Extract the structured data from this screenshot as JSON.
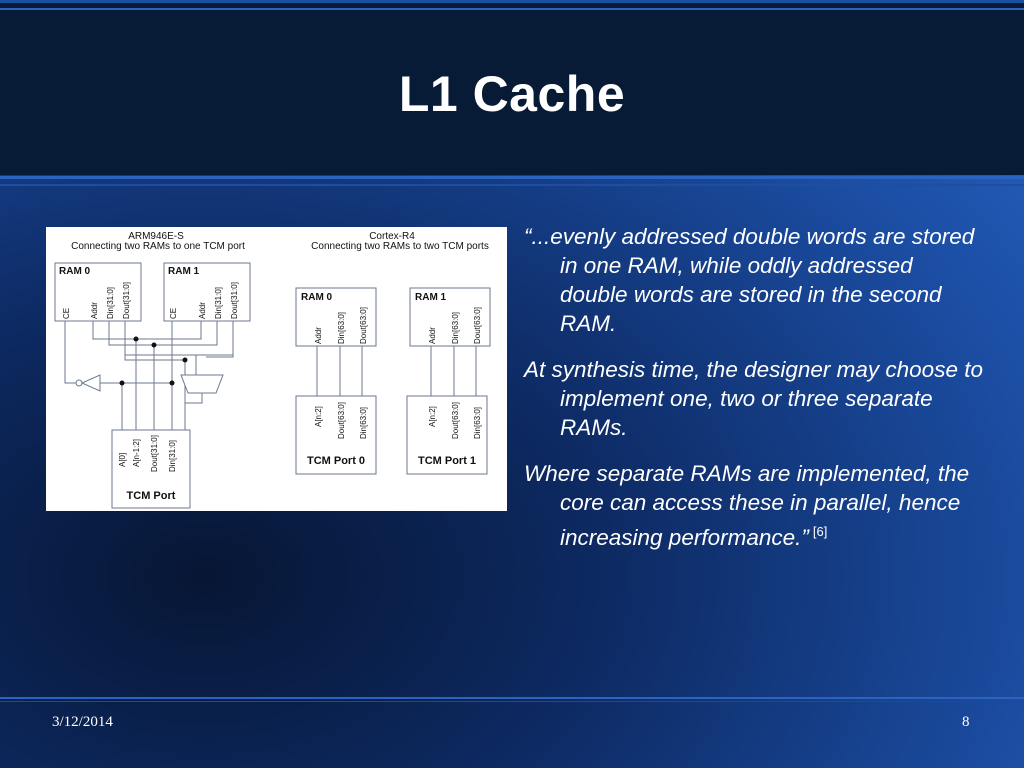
{
  "slide": {
    "title": "L1 Cache",
    "date": "3/12/2014",
    "page_number": "8"
  },
  "diagram": {
    "left": {
      "heading": "ARM946E-S",
      "subheading": "Connecting two RAMs to one TCM port",
      "ram0": {
        "label": "RAM 0",
        "pins": [
          "CE",
          "Addr",
          "Din[31:0]",
          "Dout[31:0]"
        ]
      },
      "ram1": {
        "label": "RAM 1",
        "pins": [
          "CE",
          "Addr",
          "Din[31:0]",
          "Dout[31:0]"
        ]
      },
      "port": {
        "label": "TCM Port",
        "pins": [
          "A[0]",
          "A[n-1:2]",
          "Dout[31:0]",
          "Din[31:0]"
        ]
      }
    },
    "right": {
      "heading": "Cortex-R4",
      "subheading": "Connecting two RAMs to two TCM ports",
      "ram0": {
        "label": "RAM 0",
        "pins": [
          "Addr",
          "Din[63:0]",
          "Dout[63:0]"
        ]
      },
      "ram1": {
        "label": "RAM 1",
        "pins": [
          "Addr",
          "Din[63:0]",
          "Dout[63:0]"
        ]
      },
      "port0": {
        "label": "TCM Port 0",
        "pins": [
          "A[n:2]",
          "Dout[63:0]",
          "Din[63:0]"
        ]
      },
      "port1": {
        "label": "TCM Port 1",
        "pins": [
          "A[n:2]",
          "Dout[63:0]",
          "Din[63:0]"
        ]
      }
    }
  },
  "body": {
    "p1": "“...evenly addressed double words are stored in one RAM, while oddly addressed double words are stored in the second RAM.",
    "p2": "At synthesis time, the designer may choose to implement one, two or three separate RAMs.",
    "p3": "Where separate RAMs are implemented, the core can access these in parallel, hence increasing performance.”",
    "p3_citation": "[6]"
  },
  "colors": {
    "title_bar": "#071a36",
    "background_light": "#2a66c6",
    "background_dark": "#071634",
    "text": "#ffffff",
    "rule": "#2a63c0"
  }
}
